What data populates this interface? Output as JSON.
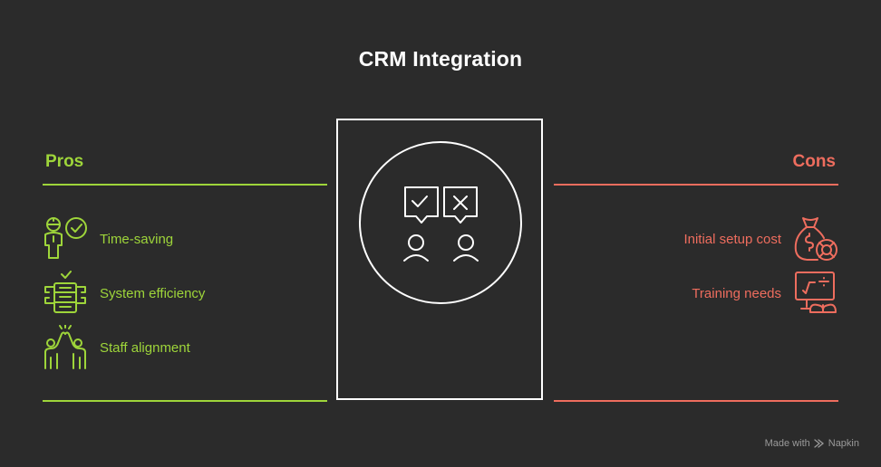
{
  "title": "CRM Integration",
  "colors": {
    "background": "#2b2b2b",
    "pros": "#9ed53a",
    "cons": "#ee6d5e",
    "neutral": "#ffffff"
  },
  "pros": {
    "heading": "Pros",
    "items": [
      {
        "label": "Time-saving",
        "icon": "person-clock-check-icon"
      },
      {
        "label": "System efficiency",
        "icon": "server-stack-check-icon"
      },
      {
        "label": "Staff alignment",
        "icon": "high-five-icon"
      }
    ]
  },
  "cons": {
    "heading": "Cons",
    "items": [
      {
        "label": "Initial setup cost",
        "icon": "money-bag-lifebuoy-icon"
      },
      {
        "label": "Training needs",
        "icon": "presentation-book-icon"
      }
    ]
  },
  "center": {
    "icon": "two-people-check-cross-icon"
  },
  "watermark": {
    "text": "Made with",
    "brand": "Napkin"
  }
}
